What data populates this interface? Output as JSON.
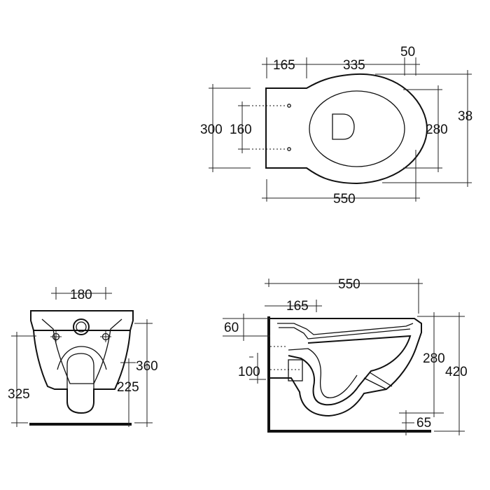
{
  "top_view": {
    "dim_165": "165",
    "dim_335": "335",
    "dim_50": "50",
    "dim_38": "38",
    "dim_300": "300",
    "dim_160": "160",
    "dim_280": "280",
    "dim_550": "550"
  },
  "front_view": {
    "dim_180": "180",
    "dim_360": "360",
    "dim_325": "325",
    "dim_225": "225"
  },
  "side_view": {
    "dim_550": "550",
    "dim_165": "165",
    "dim_60": "60",
    "dim_100": "100",
    "dim_280": "280",
    "dim_420": "420",
    "dim_65": "65"
  }
}
